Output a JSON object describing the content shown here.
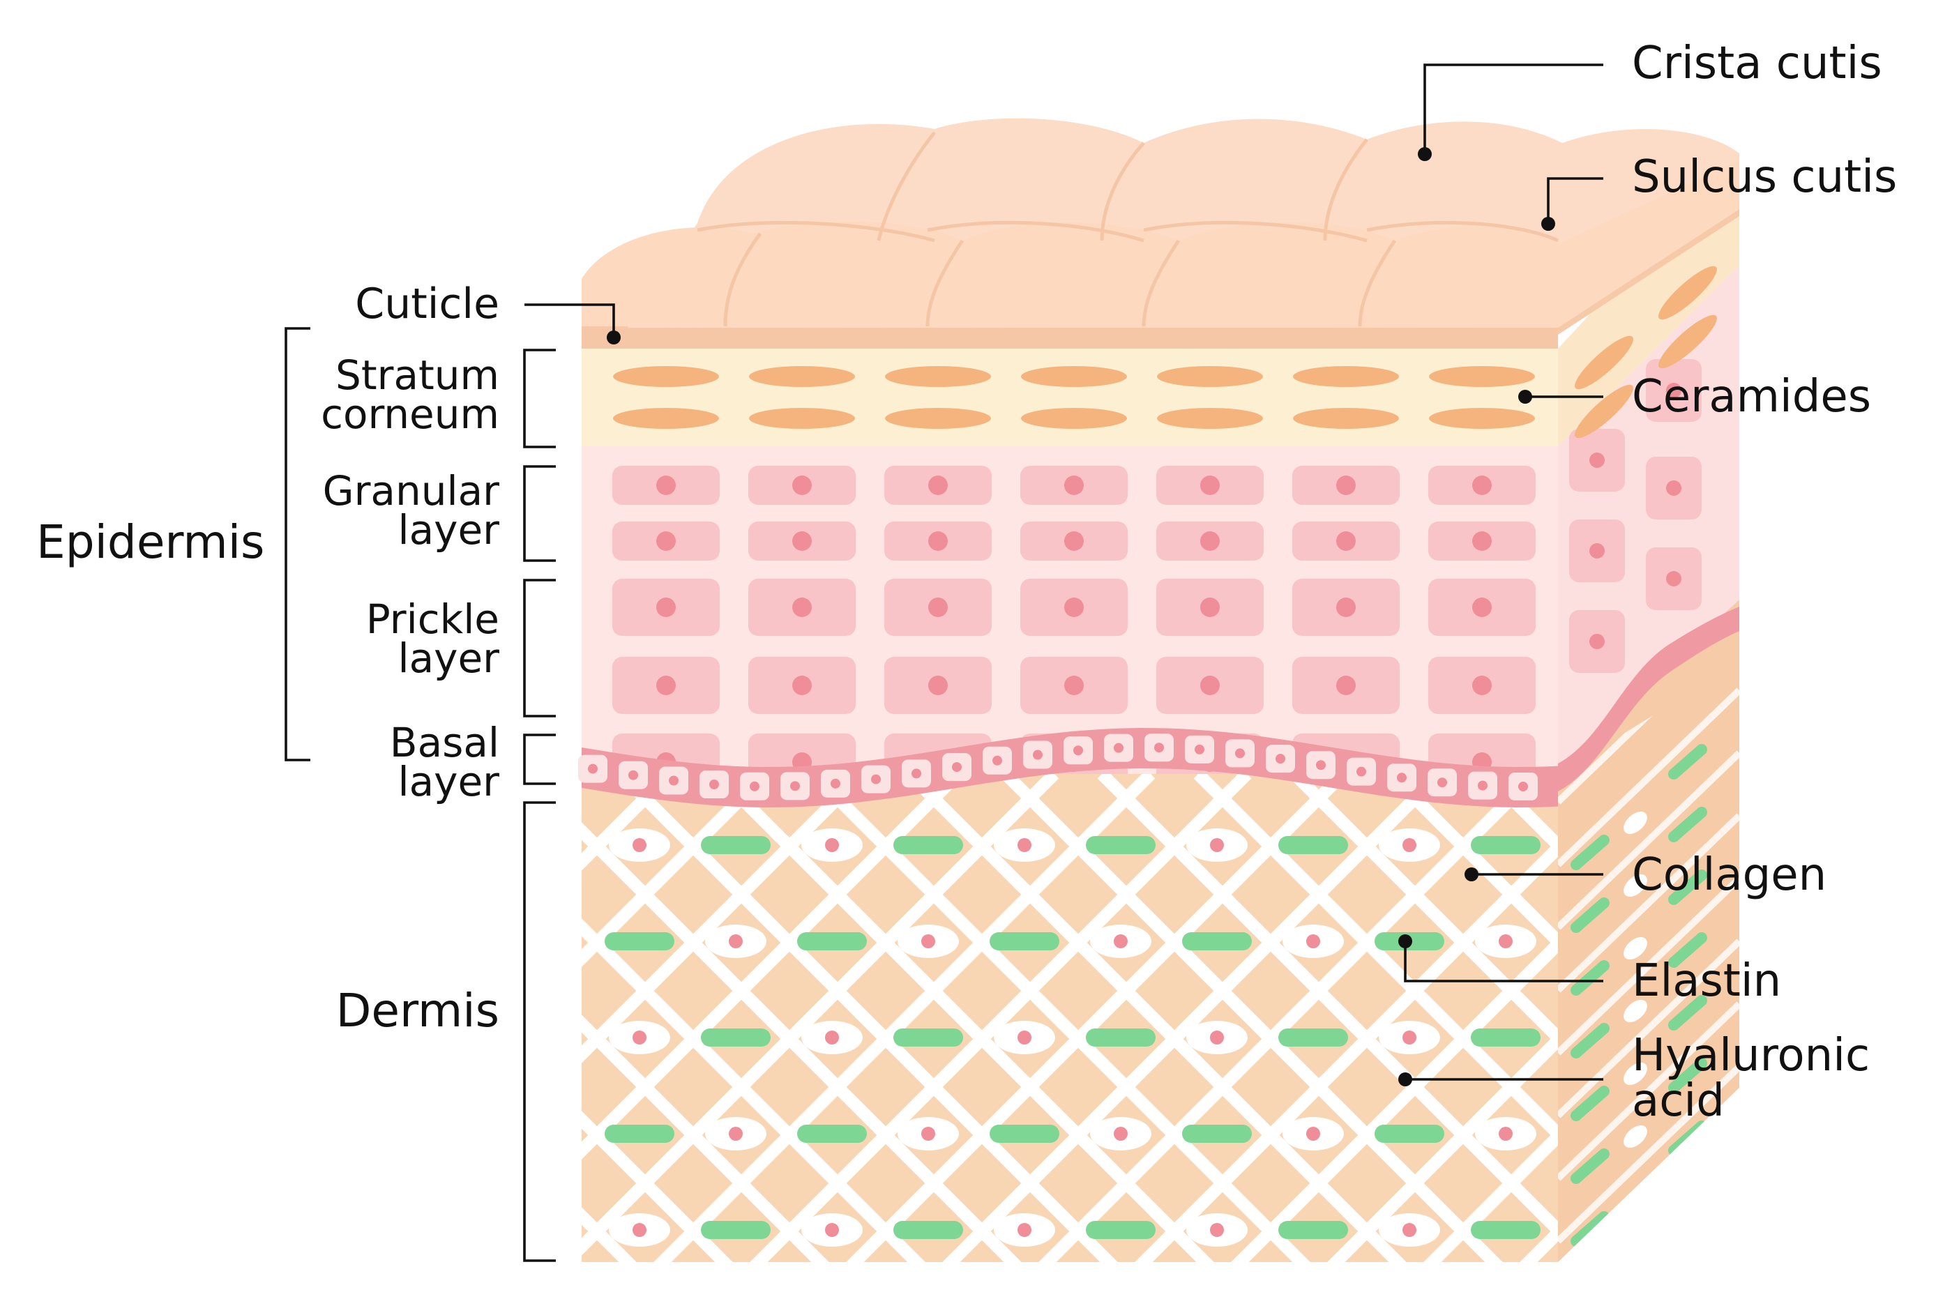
{
  "labels": {
    "crista_cutis": "Crista cutis",
    "sulcus_cutis": "Sulcus cutis",
    "cuticle": "Cuticle",
    "stratum_corneum": [
      "Stratum",
      "corneum"
    ],
    "granular_layer": [
      "Granular",
      "layer"
    ],
    "prickle_layer": [
      "Prickle",
      "layer"
    ],
    "basal_layer": [
      "Basal",
      "layer"
    ],
    "epidermis": "Epidermis",
    "dermis": "Dermis",
    "ceramides": "Ceramides",
    "collagen": "Collagen",
    "elastin": "Elastin",
    "hyaluronic_acid": [
      "Hyaluronic",
      "acid"
    ]
  },
  "colors": {
    "crista": "#fcdcc6",
    "cuticle": "#f5c7a6",
    "stratum_corneum": "#fdf0d2",
    "ceramide": "#f5b47e",
    "epidermis_bg": "#fde6e4",
    "keratinocyte": "#f8c4c7",
    "nucleus": "#ef8d99",
    "basal": "#ef9aa3",
    "dermis": "#f9d6b3",
    "collagen": "#ffffff",
    "elastin": "#7ed694"
  }
}
